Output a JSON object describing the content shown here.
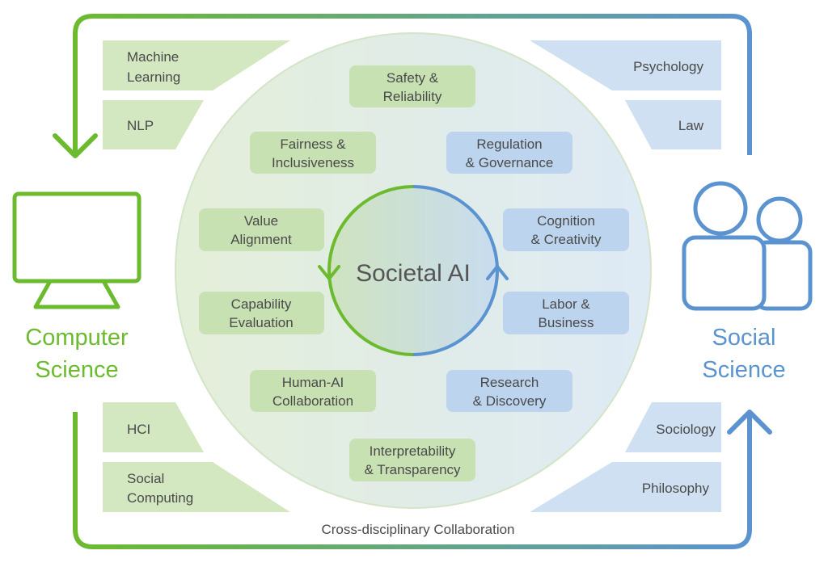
{
  "center": {
    "title": "Societal AI"
  },
  "sides": {
    "left": {
      "line1": "Computer",
      "line2": "Science"
    },
    "right": {
      "line1": "Social",
      "line2": "Science"
    }
  },
  "footer": {
    "label": "Cross-disciplinary Collaboration"
  },
  "left_fields": [
    {
      "lines": [
        "Machine",
        "Learning"
      ]
    },
    {
      "lines": [
        "NLP"
      ]
    },
    {
      "lines": [
        "HCI"
      ]
    },
    {
      "lines": [
        "Social",
        "Computing"
      ]
    }
  ],
  "right_fields": [
    {
      "lines": [
        "Psychology"
      ]
    },
    {
      "lines": [
        "Law"
      ]
    },
    {
      "lines": [
        "Sociology"
      ]
    },
    {
      "lines": [
        "Philosophy"
      ]
    }
  ],
  "topics": [
    {
      "lines": [
        "Safety &",
        "Reliability"
      ],
      "group": "cs"
    },
    {
      "lines": [
        "Fairness &",
        "Inclusiveness"
      ],
      "group": "cs"
    },
    {
      "lines": [
        "Value",
        "Alignment"
      ],
      "group": "cs"
    },
    {
      "lines": [
        "Capability",
        "Evaluation"
      ],
      "group": "cs"
    },
    {
      "lines": [
        "Human-AI",
        "Collaboration"
      ],
      "group": "cs"
    },
    {
      "lines": [
        "Interpretability",
        "& Transparency"
      ],
      "group": "cs"
    },
    {
      "lines": [
        "Regulation",
        "& Governance"
      ],
      "group": "ss"
    },
    {
      "lines": [
        "Cognition",
        "& Creativity"
      ],
      "group": "ss"
    },
    {
      "lines": [
        "Labor &",
        "Business"
      ],
      "group": "ss"
    },
    {
      "lines": [
        "Research",
        "& Discovery"
      ],
      "group": "ss"
    }
  ],
  "colors": {
    "green": "#6cbb2e",
    "blue": "#5b93d0",
    "green_box": "#c7e1b2",
    "blue_box": "#bcd4ee",
    "green_tab": "#d3e8c1",
    "blue_tab": "#cfe0f3",
    "text": "#4a4a4a"
  },
  "icons": {
    "left": "monitor-icon",
    "right": "people-icon"
  }
}
